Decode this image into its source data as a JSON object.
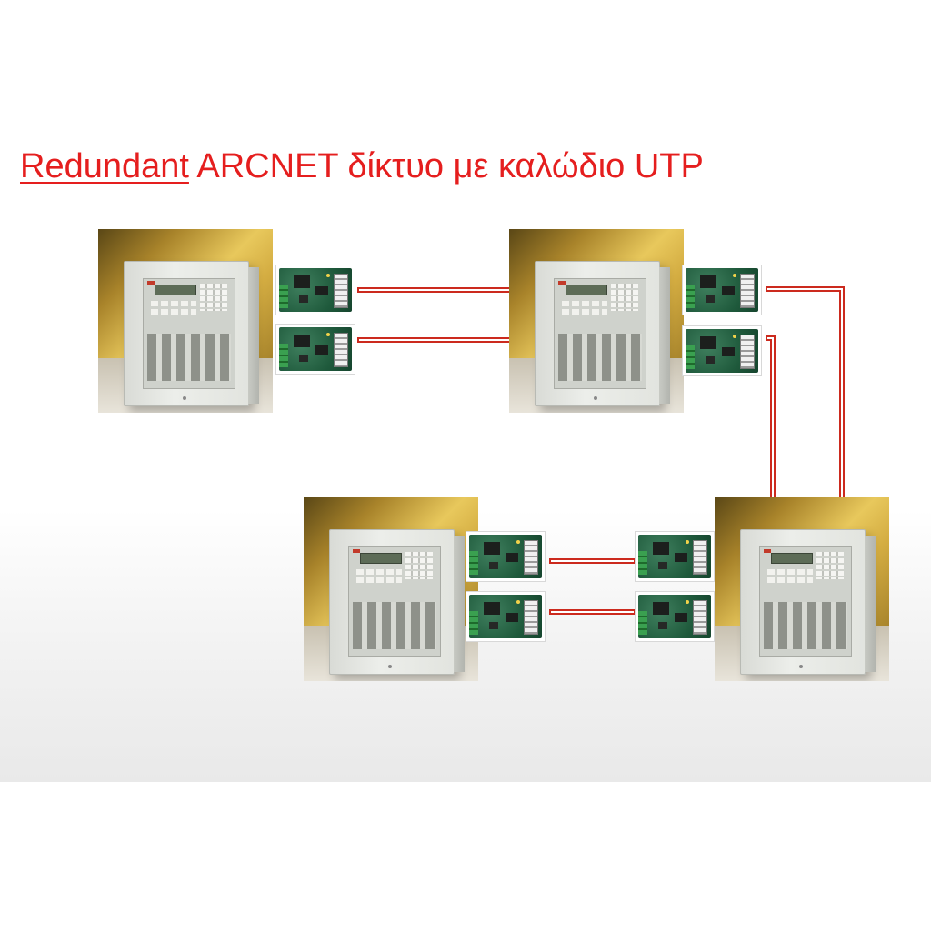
{
  "title": {
    "underlined": "Redundant",
    "rest": " ARCNET δίκτυο με  καλώδιο UTP"
  },
  "colors": {
    "title": "#e51e1e",
    "cable": "#cc2a1e",
    "cable_gap": "#ffffff"
  },
  "nodes": [
    {
      "id": "panel-1",
      "kind": "fire-alarm-panel",
      "boards": 2
    },
    {
      "id": "panel-2",
      "kind": "fire-alarm-panel",
      "boards": 2
    },
    {
      "id": "panel-3",
      "kind": "fire-alarm-panel",
      "boards": 2
    },
    {
      "id": "panel-4",
      "kind": "fire-alarm-panel",
      "boards": 2
    }
  ],
  "links": [
    {
      "from": "panel-1.board-a",
      "to": "panel-2",
      "cable": "UTP"
    },
    {
      "from": "panel-1.board-b",
      "to": "panel-2",
      "cable": "UTP"
    },
    {
      "from": "panel-2.board-a",
      "to": "panel-4",
      "cable": "UTP"
    },
    {
      "from": "panel-2.board-b",
      "to": "panel-4",
      "cable": "UTP"
    },
    {
      "from": "panel-3.board-a",
      "to": "panel-4.board-a",
      "cable": "UTP"
    },
    {
      "from": "panel-3.board-b",
      "to": "panel-4.board-b",
      "cable": "UTP"
    }
  ]
}
